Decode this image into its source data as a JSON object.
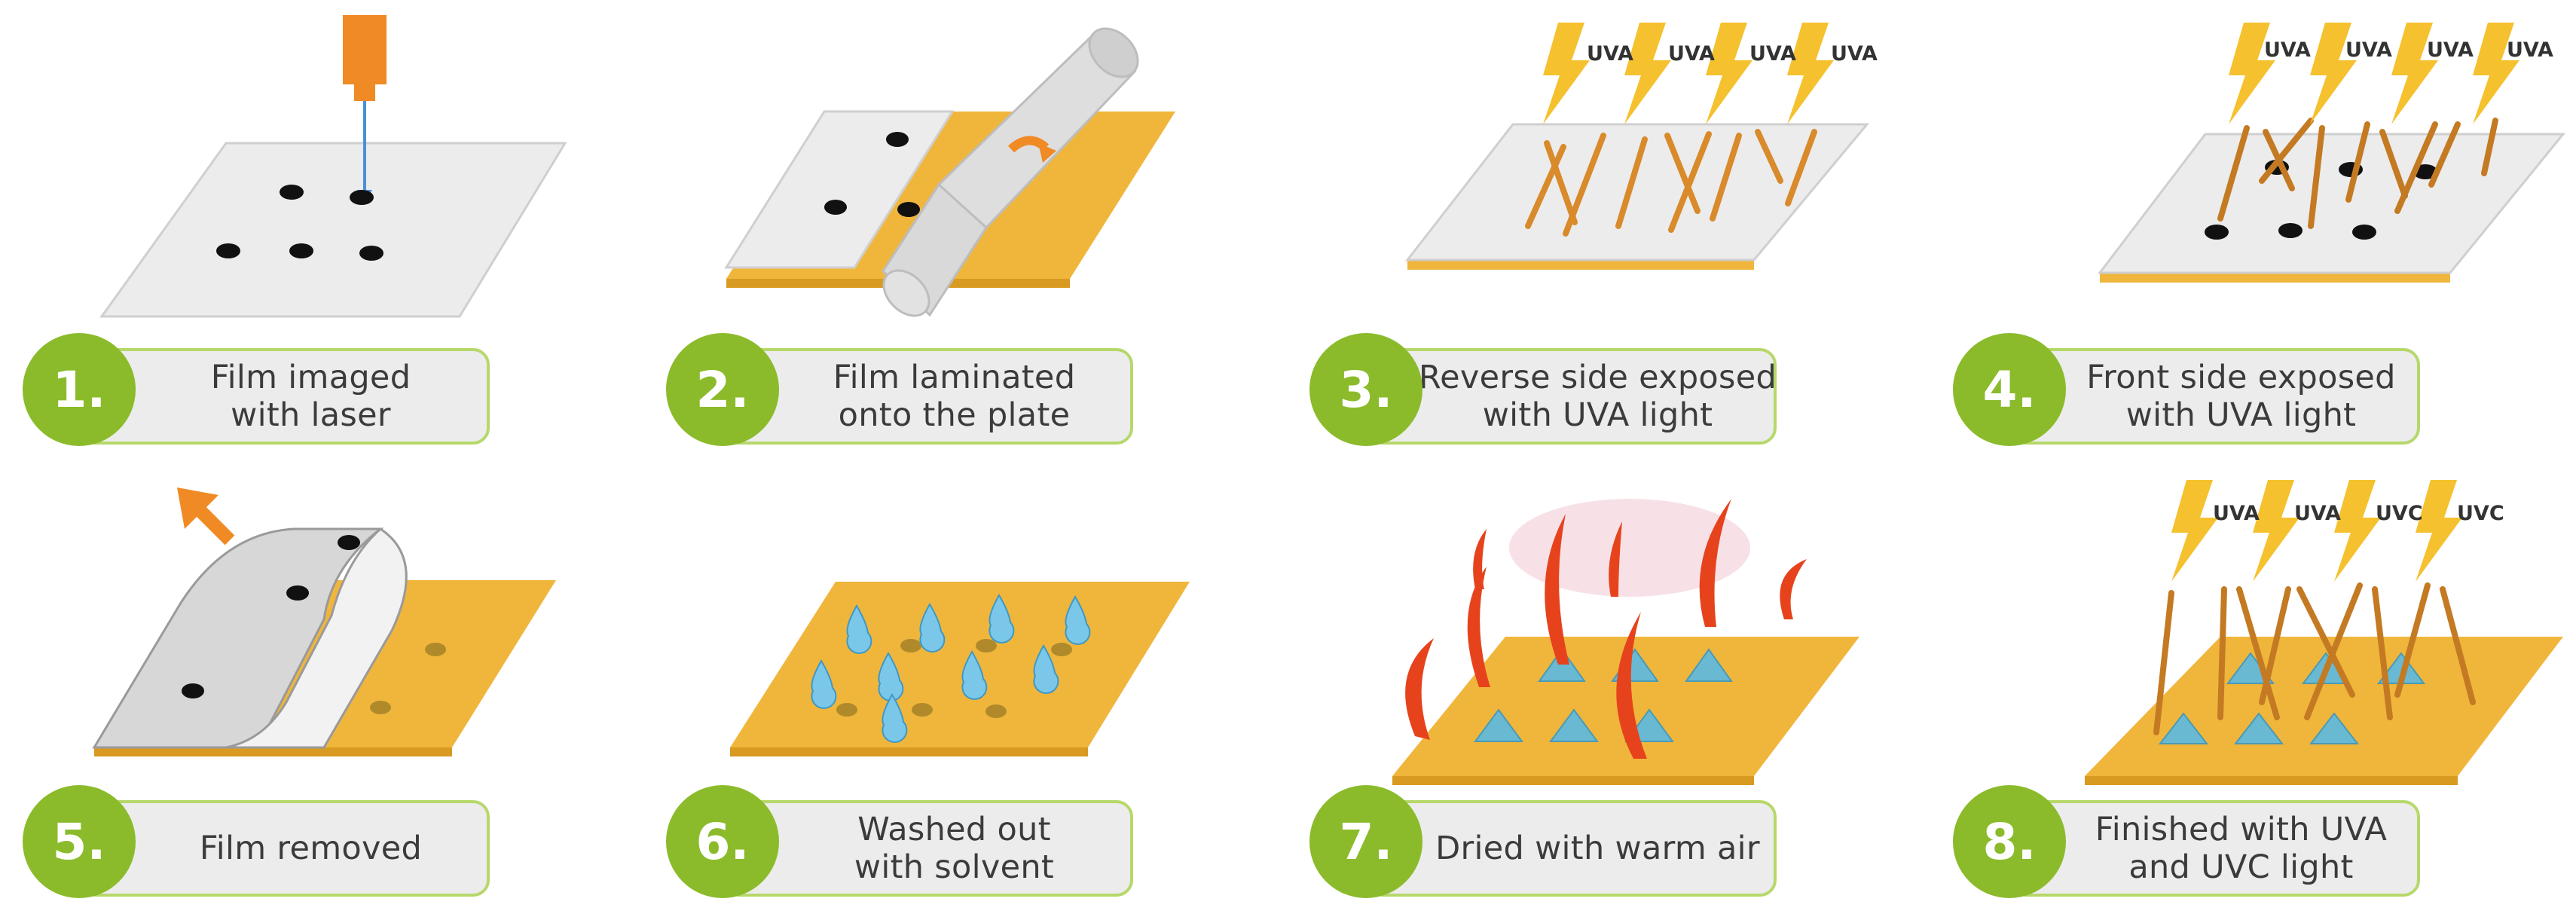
{
  "colors": {
    "step_circle": "#8bbb2b",
    "label_border": "#b6d86a",
    "label_fill": "#ececec",
    "plate": "#f0b63c",
    "film": "#e9e9e9",
    "laser": "#f08a24",
    "uv_bolt": "#f5c12e",
    "uv_ray": "#d98a2b",
    "droplet": "#7ac7ea",
    "flame": "#e6431d",
    "relief_cone": "#69b9d2"
  },
  "steps": [
    {
      "number": "1.",
      "lines": [
        "Film imaged",
        "with laser"
      ],
      "icon": "laser-icon"
    },
    {
      "number": "2.",
      "lines": [
        "Film laminated",
        "onto the plate"
      ],
      "icon": "roller-icon"
    },
    {
      "number": "3.",
      "lines": [
        "Reverse side exposed",
        "with UVA light"
      ],
      "icon": "uv-bolt-icon",
      "uv_labels": [
        "UVA",
        "UVA",
        "UVA",
        "UVA"
      ]
    },
    {
      "number": "4.",
      "lines": [
        "Front side exposed",
        "with UVA light"
      ],
      "icon": "uv-bolt-icon",
      "uv_labels": [
        "UVA",
        "UVA",
        "UVA",
        "UVA"
      ]
    },
    {
      "number": "5.",
      "lines": [
        "Film removed"
      ],
      "icon": "arrow-up-left-icon"
    },
    {
      "number": "6.",
      "lines": [
        "Washed out",
        "with solvent"
      ],
      "icon": "droplet-icon"
    },
    {
      "number": "7.",
      "lines": [
        "Dried with warm air"
      ],
      "icon": "flame-icon"
    },
    {
      "number": "8.",
      "lines": [
        "Finished with UVA",
        "and UVC light"
      ],
      "icon": "uv-bolt-icon",
      "uv_labels": [
        "UVA",
        "UVA",
        "UVC",
        "UVC"
      ]
    }
  ]
}
